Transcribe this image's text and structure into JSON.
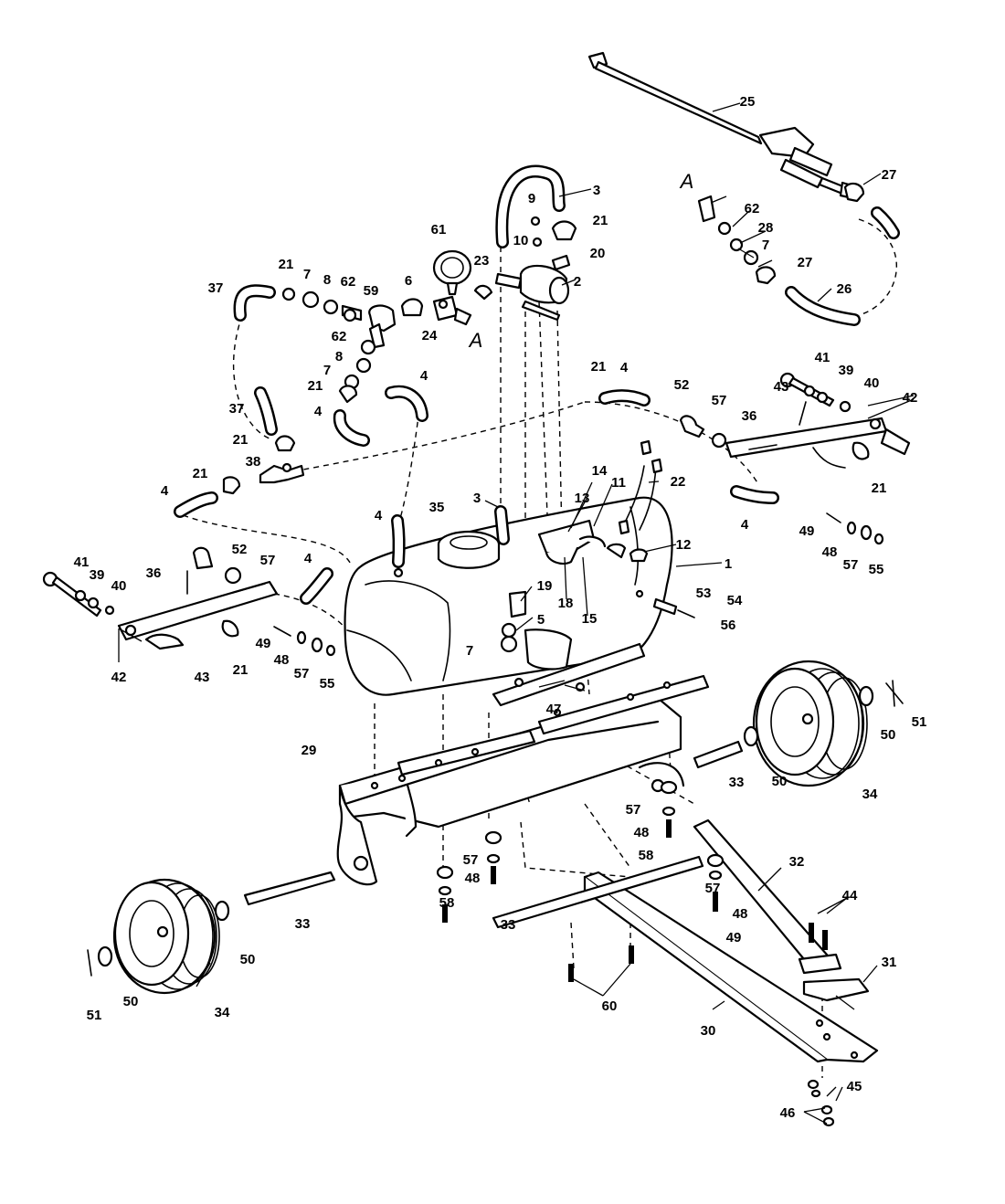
{
  "diagram": {
    "reference_letter": "A",
    "callouts": [
      "1",
      "2",
      "3",
      "4",
      "5",
      "6",
      "7",
      "8",
      "9",
      "10",
      "11",
      "12",
      "13",
      "14",
      "15",
      "18",
      "19",
      "20",
      "21",
      "22",
      "23",
      "24",
      "25",
      "26",
      "27",
      "28",
      "29",
      "30",
      "31",
      "32",
      "33",
      "34",
      "35",
      "36",
      "37",
      "38",
      "39",
      "40",
      "41",
      "42",
      "43",
      "44",
      "45",
      "46",
      "47",
      "48",
      "49",
      "50",
      "51",
      "52",
      "53",
      "54",
      "55",
      "56",
      "57",
      "58",
      "59",
      "60",
      "61",
      "62"
    ]
  },
  "style": {
    "line_color": "#000000",
    "background": "#ffffff"
  }
}
